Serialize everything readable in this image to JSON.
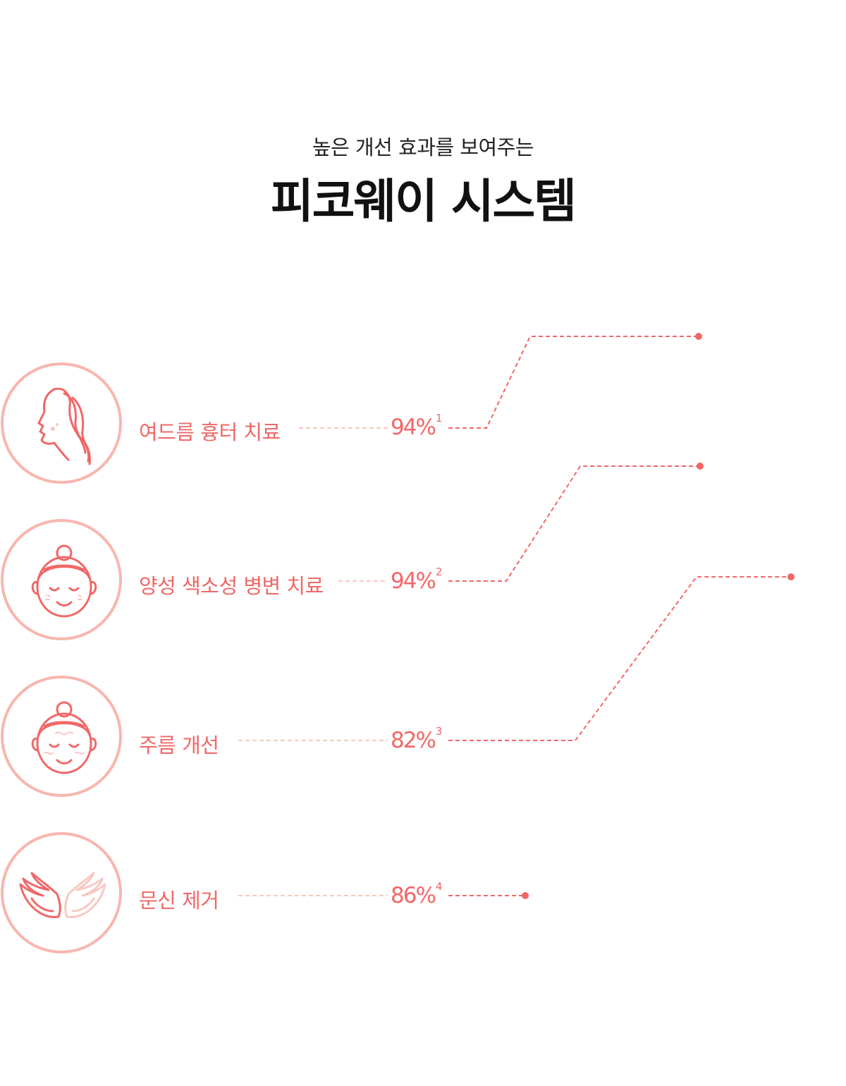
{
  "header": {
    "subtitle": "높은 개선 효과를 보여주는",
    "title": "피코웨이 시스템"
  },
  "colors": {
    "accent": "#f16767",
    "circle_border": "#f8b6ae",
    "light_accent": "#f8c8c2"
  },
  "items": [
    {
      "label": "여드름 흉터 치료",
      "value": "94%",
      "note": "1",
      "icon": "side-face-hair-icon"
    },
    {
      "label": "양성 색소성 병변 치료",
      "value": "94%",
      "note": "2",
      "icon": "face-pigment-icon"
    },
    {
      "label": "주름 개선",
      "value": "82%",
      "note": "3",
      "icon": "face-wrinkle-icon"
    },
    {
      "label": "문신 제거",
      "value": "86%",
      "note": "4",
      "icon": "wings-icon"
    }
  ]
}
